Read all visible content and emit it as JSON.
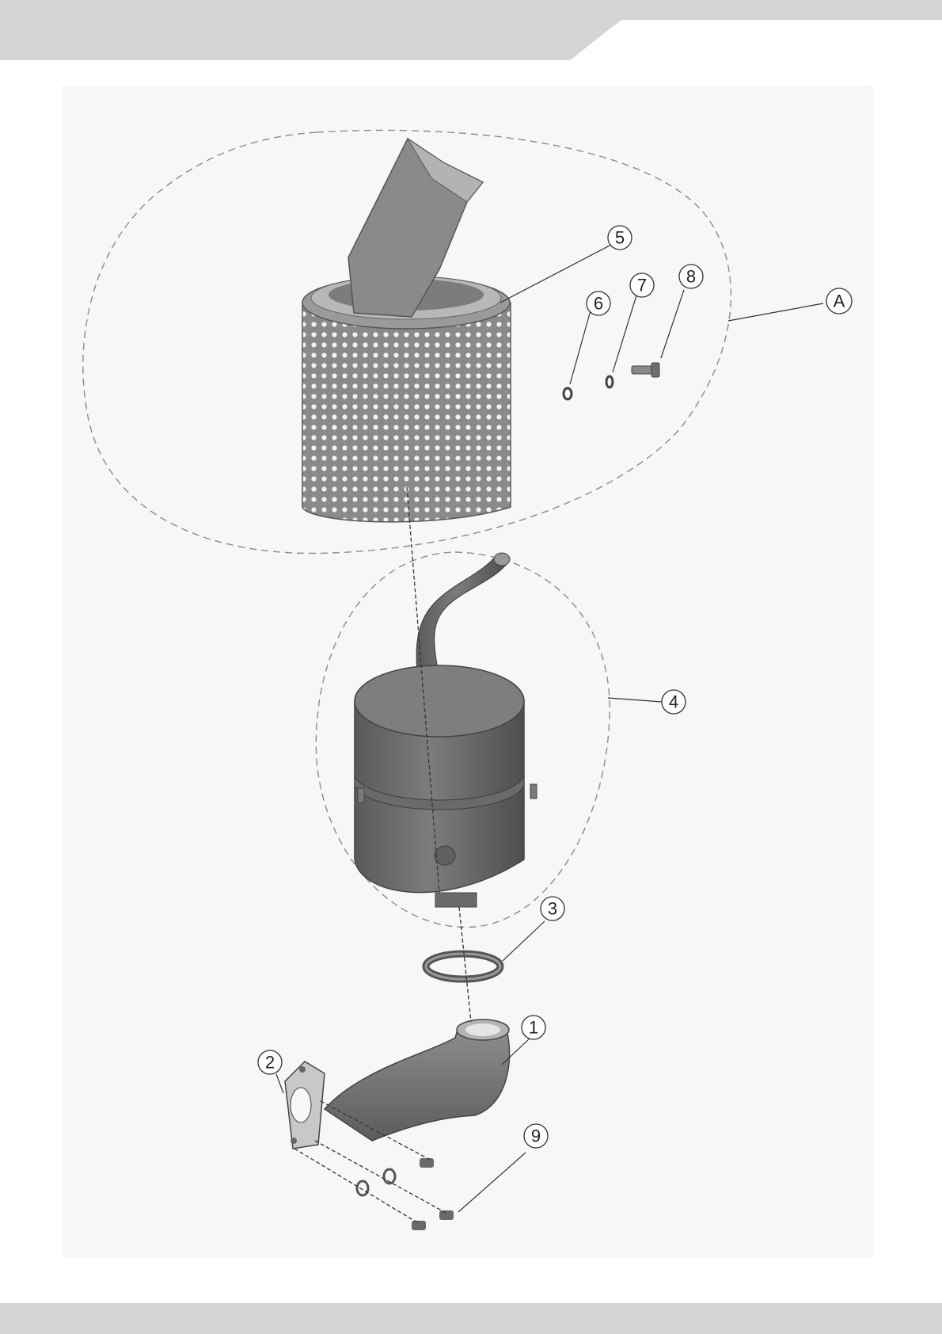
{
  "colors": {
    "banner_gray": "#d4d4d4",
    "background": "#ffffff",
    "part_fill": "#707070",
    "part_light": "#9a9a9a",
    "line": "#333333"
  },
  "callouts": {
    "part_1": "1",
    "part_2": "2",
    "part_3": "3",
    "part_4": "4",
    "part_5": "5",
    "part_6": "6",
    "part_7": "7",
    "part_8": "8",
    "part_9": "9",
    "assembly_a": "A"
  },
  "icons": {
    "rain_cap": "perforated-rain-cap-icon",
    "muffler": "muffler-icon",
    "clamp_ring": "clamp-ring-icon",
    "exhaust_elbow": "exhaust-elbow-icon",
    "gasket": "gasket-icon",
    "washer": "washer-icon",
    "bolt": "bolt-icon"
  }
}
